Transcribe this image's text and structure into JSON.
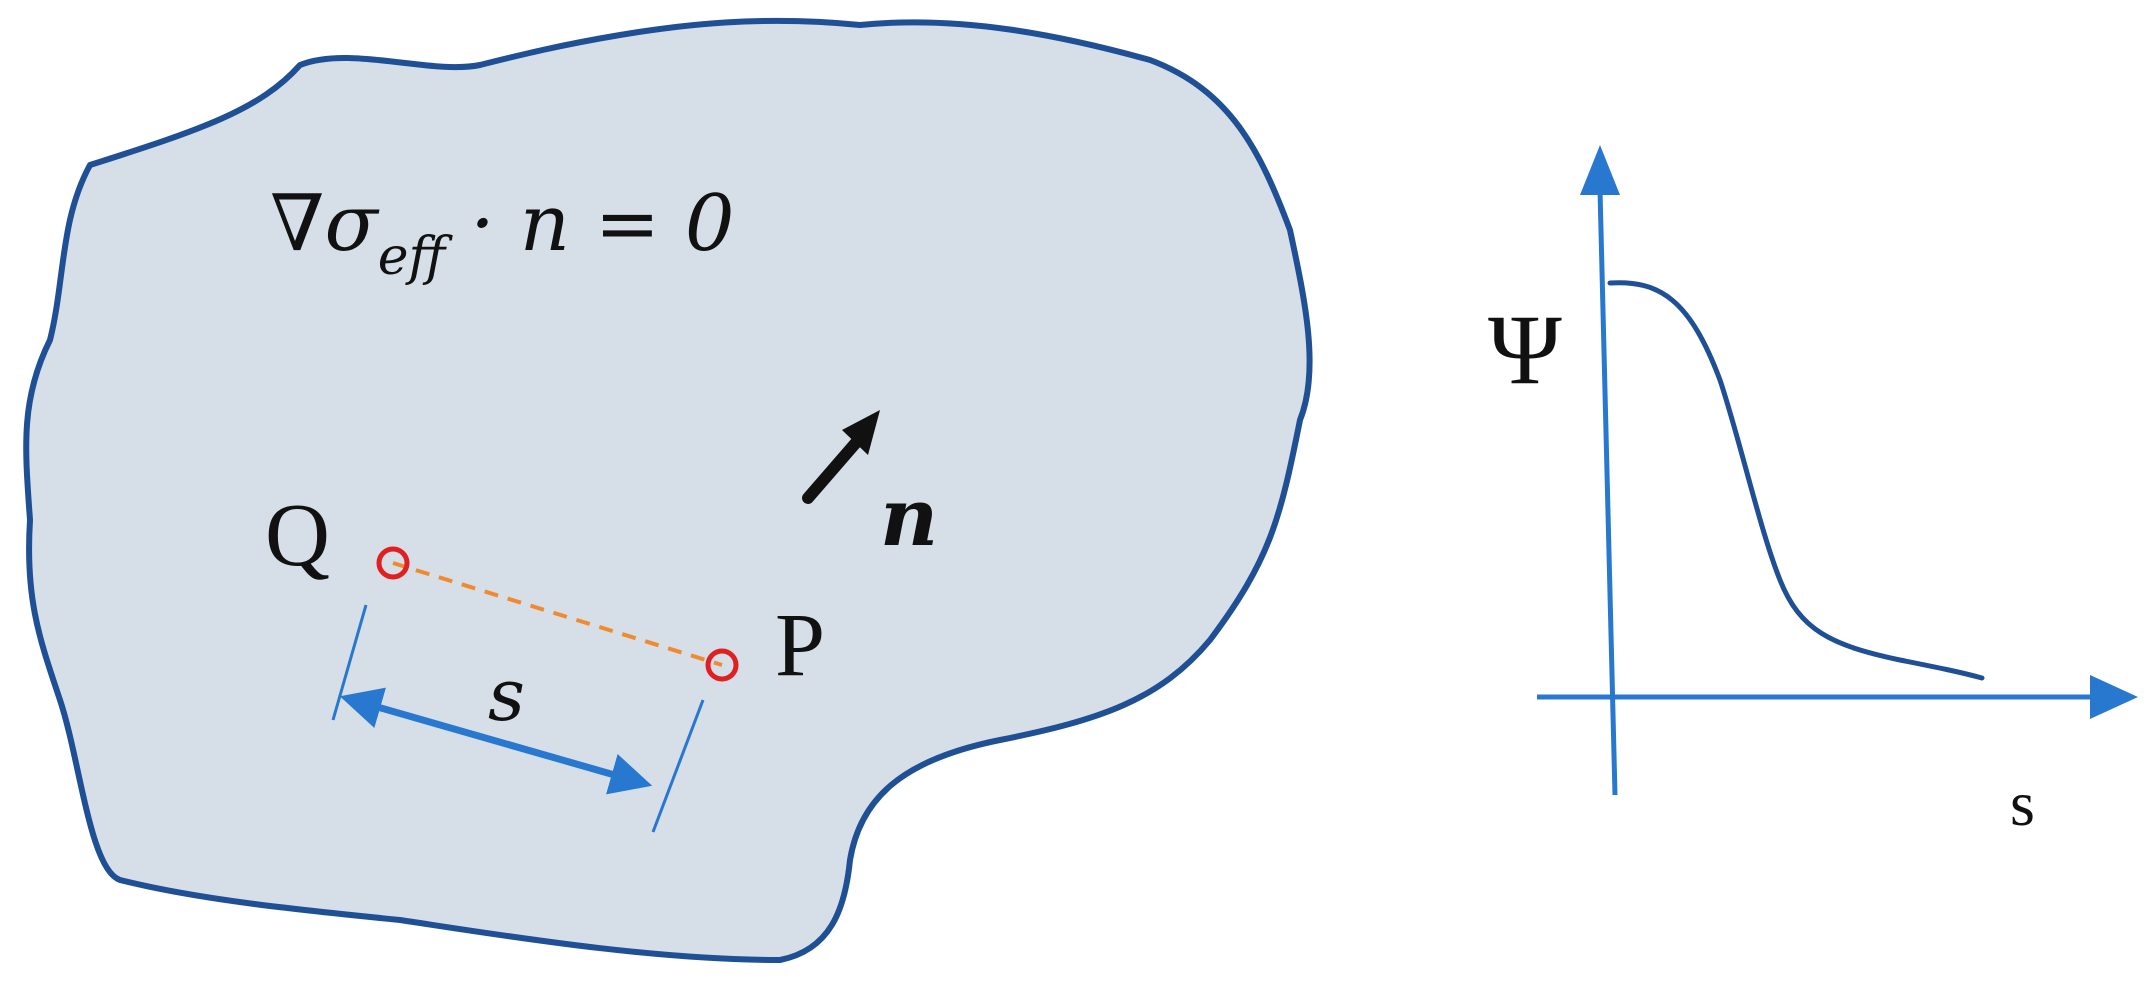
{
  "colors": {
    "region_fill": "#d6dee8",
    "region_stroke": "#1f4f94",
    "accent_blue": "#2878d0",
    "point_red": "#e02020",
    "dash_orange": "#f08a30",
    "text": "#111111"
  },
  "region": {
    "equation": {
      "nabla": "∇σ",
      "subscript": "eff",
      "rest": " · n = 0"
    },
    "normal_label": "n",
    "point_q_label": "Q",
    "point_p_label": "P",
    "distance_label": "s"
  },
  "graph": {
    "y_label": "Ψ",
    "x_label": "s"
  }
}
